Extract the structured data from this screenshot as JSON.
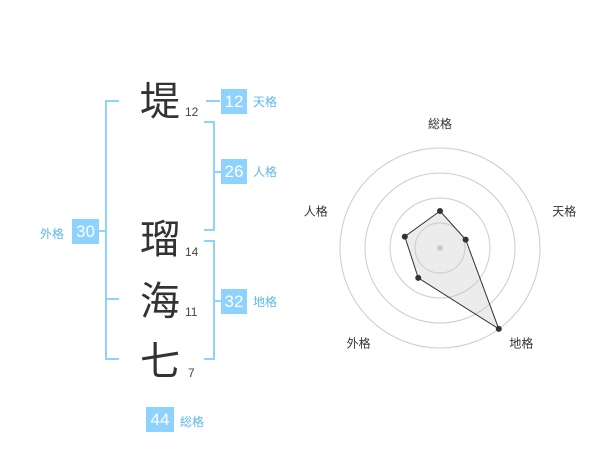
{
  "name_chars": [
    {
      "char": "堤",
      "strokes": "12"
    },
    {
      "char": "瑠",
      "strokes": "14"
    },
    {
      "char": "海",
      "strokes": "11"
    },
    {
      "char": "七",
      "strokes": "7"
    }
  ],
  "kakusu": {
    "tenkaku": {
      "value": "12",
      "label": "天格"
    },
    "jinkaku": {
      "value": "26",
      "label": "人格"
    },
    "chikaku": {
      "value": "32",
      "label": "地格"
    },
    "gaikaku": {
      "value": "30",
      "label": "外格"
    },
    "soukaku": {
      "value": "44",
      "label": "総格"
    }
  },
  "colors": {
    "accent": "#8ed2ff",
    "label": "#5bb8ee",
    "char": "#333333"
  },
  "chart_data": {
    "type": "radar",
    "axes": [
      "総格",
      "天格",
      "地格",
      "外格",
      "人格"
    ],
    "values": [
      0.37,
      0.27,
      1.0,
      0.37,
      0.37
    ],
    "rmax": 1.0,
    "rings": 4
  }
}
